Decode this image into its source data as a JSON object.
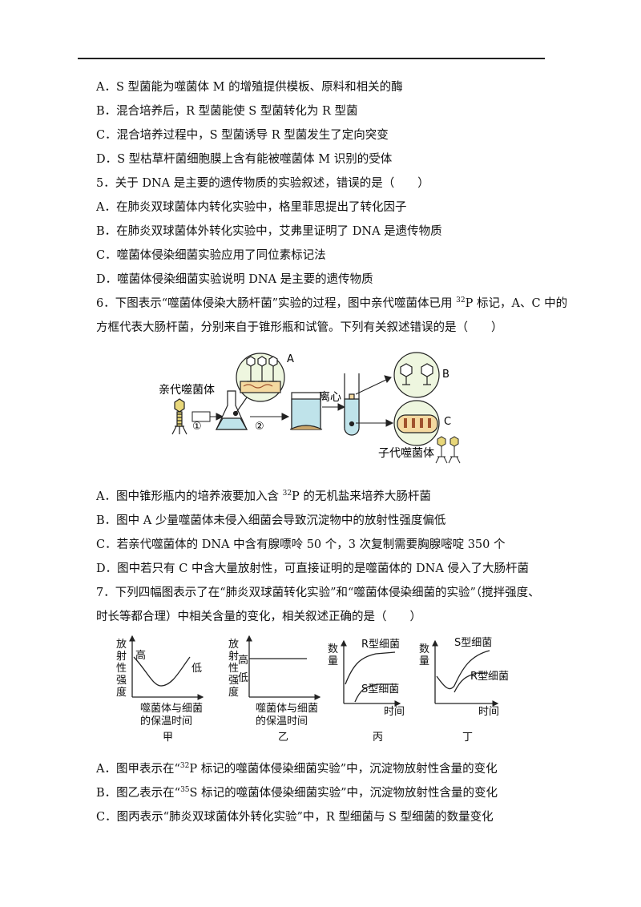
{
  "q4_options": [
    "A．S 型菌能为噬菌体 M 的增殖提供模板、原料和相关的酶",
    "B．混合培养后，R 型菌能使 S 型菌转化为 R 型菌",
    "C．混合培养过程中，S 型菌诱导 R 型菌发生了定向突变",
    "D．S 型枯草杆菌细胞膜上含有能被噬菌体 M 识别的受体"
  ],
  "q5": {
    "stem": "5．关于 DNA 是主要的遗传物质的实验叙述，错误的是（　　）",
    "options": [
      "A．在肺炎双球菌体内转化实验中，格里菲思提出了转化因子",
      "B．在肺炎双球菌体外转化实验中，艾弗里证明了 DNA 是遗传物质",
      "C．噬菌体侵染细菌实验应用了同位素标记法",
      "D．噬菌体侵染细菌实验说明 DNA 是主要的遗传物质"
    ]
  },
  "q6": {
    "stem1_a": "6．下图表示“噬菌体侵染大肠杆菌”实验的过程，图中亲代噬菌体已用 ",
    "stem1_sup": "32",
    "stem1_b": "P 标记，A、C 中的",
    "stem2": "方框代表大肠杆菌，分别来自于锥形瓶和试管。下列有关叙述错误的是（　　）",
    "figure": {
      "parent_label": "亲代噬菌体",
      "step1": "①",
      "step2": "②",
      "label_a": "A",
      "label_b": "B",
      "label_c": "C",
      "centrifuge": "离心",
      "offspring_label": "子代噬菌体"
    },
    "optA_a": "A．图中锥形瓶内的培养液要加入含 ",
    "optA_sup": "32",
    "optA_b": "P 的无机盐来培养大肠杆菌",
    "optB": "B．图中 A 少量噬菌体未侵入细菌会导致沉淀物中的放射性强度偏低",
    "optC": "C．若亲代噬菌体的 DNA 中含有腺嘌呤 50 个，3 次复制需要胸腺嘧啶 350 个",
    "optD": "D．图中若只有 C 中含大量放射性，可直接证明的是噬菌体的 DNA 侵入了大肠杆菌"
  },
  "q7": {
    "stem1": "7．下列四幅图表示了在“肺炎双球菌转化实验”和“噬菌体侵染细菌的实验”（搅拌强度、",
    "stem2": "时长等都合理）中相关含量的变化，相关叙述正确的是（　　）",
    "graphs": {
      "jia": {
        "ylabel": "放射性强度",
        "high": "高",
        "low": "低",
        "xlabel1": "噬菌体与细菌",
        "xlabel2": "的保温时间",
        "caption": "甲"
      },
      "yi": {
        "ylabel": "放射性强度",
        "high": "高",
        "low": "低",
        "xlabel1": "噬菌体与细菌",
        "xlabel2": "的保温时间",
        "caption": "乙"
      },
      "bing": {
        "ylabel": "数量",
        "r_label": "R型细菌",
        "s_label": "S型细菌",
        "xlabel": "时间",
        "caption": "丙"
      },
      "ding": {
        "ylabel": "数量",
        "s_label": "S型细菌",
        "r_label": "R型细菌",
        "xlabel": "时间",
        "caption": "丁"
      }
    },
    "optA_a": "A．图甲表示在“",
    "optA_sup": "32",
    "optA_b": "P 标记的噬菌体侵染细菌实验”中，沉淀物放射性含量的变化",
    "optB_a": "B．图乙表示在“",
    "optB_sup": "35",
    "optB_b": "S 标记的噬菌体侵染细菌实验”中，沉淀物放射性含量的变化",
    "optC": "C．图丙表示“肺炎双球菌体外转化实验”中，R 型细菌与 S 型细菌的数量变化"
  }
}
